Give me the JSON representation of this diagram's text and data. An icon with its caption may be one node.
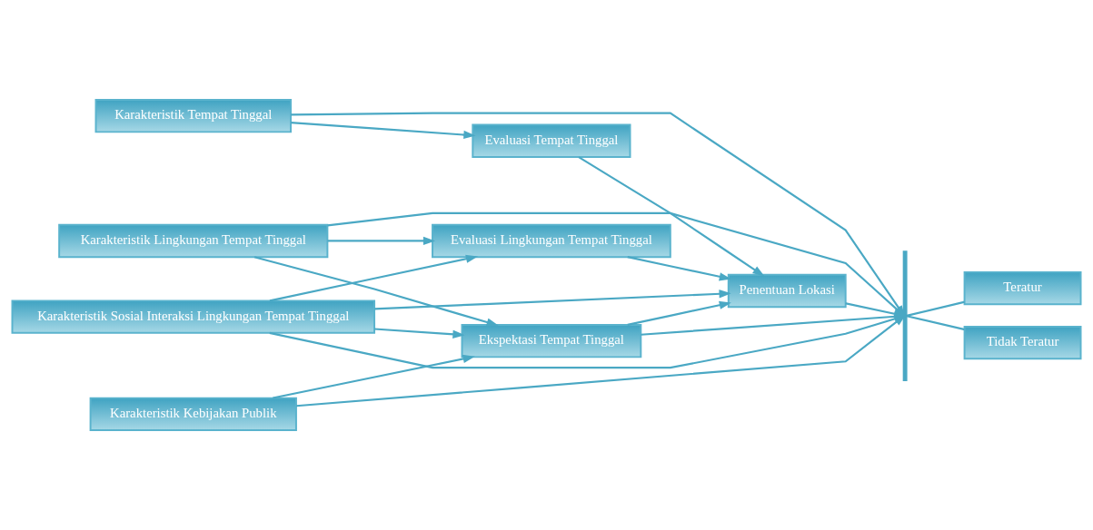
{
  "diagram": {
    "nodes": [
      {
        "text": [
          "Karakteristik Tempat Tinggal"
        ]
      },
      {
        "text": [
          "Karakteristik Lingkungan Tempat Tinggal"
        ]
      },
      {
        "text": [
          "Karakteristik Sosial Interaksi Lingkungan Tempat Tinggal"
        ]
      },
      {
        "text": [
          "Karakteristik Kebijakan Publik"
        ]
      },
      {
        "text": [
          "Evaluasi Tempat Tinggal"
        ]
      },
      {
        "text": [
          "Evaluasi Lingkungan Tempat Tinggal"
        ]
      },
      {
        "text": [
          "Ekspektasi Tempat Tinggal"
        ]
      },
      {
        "text": [
          "Penentuan Lokasi"
        ]
      },
      {
        "text": [],
        "shape": "bar"
      },
      {
        "text": [
          "Teratur"
        ]
      },
      {
        "text": [
          "Tidak Teratur"
        ]
      }
    ],
    "edges": [
      {
        "from": 0,
        "to": 4,
        "arrow": "to"
      },
      {
        "from": 0,
        "to": 8,
        "arrow": "to"
      },
      {
        "from": 1,
        "to": 5,
        "arrow": "to"
      },
      {
        "from": 1,
        "to": 8,
        "arrow": "to"
      },
      {
        "from": 1,
        "to": 6,
        "arrow": "to"
      },
      {
        "from": 2,
        "to": 5,
        "arrow": "to"
      },
      {
        "from": 2,
        "to": 7,
        "arrow": "to"
      },
      {
        "from": 2,
        "to": 6,
        "arrow": "to"
      },
      {
        "from": 2,
        "to": 8,
        "arrow": "to"
      },
      {
        "from": 3,
        "to": 6,
        "arrow": "to"
      },
      {
        "from": 3,
        "to": 8,
        "arrow": "to"
      },
      {
        "from": 4,
        "to": 7,
        "arrow": "to"
      },
      {
        "from": 5,
        "to": 7,
        "arrow": "to"
      },
      {
        "from": 6,
        "to": 7,
        "arrow": "to"
      },
      {
        "from": 6,
        "to": 8,
        "arrow": "to"
      },
      {
        "from": 7,
        "to": 8,
        "arrow": "to"
      },
      {
        "from": 8,
        "to": 9,
        "arrow": "none"
      },
      {
        "from": 8,
        "to": 10,
        "arrow": "none"
      }
    ]
  }
}
